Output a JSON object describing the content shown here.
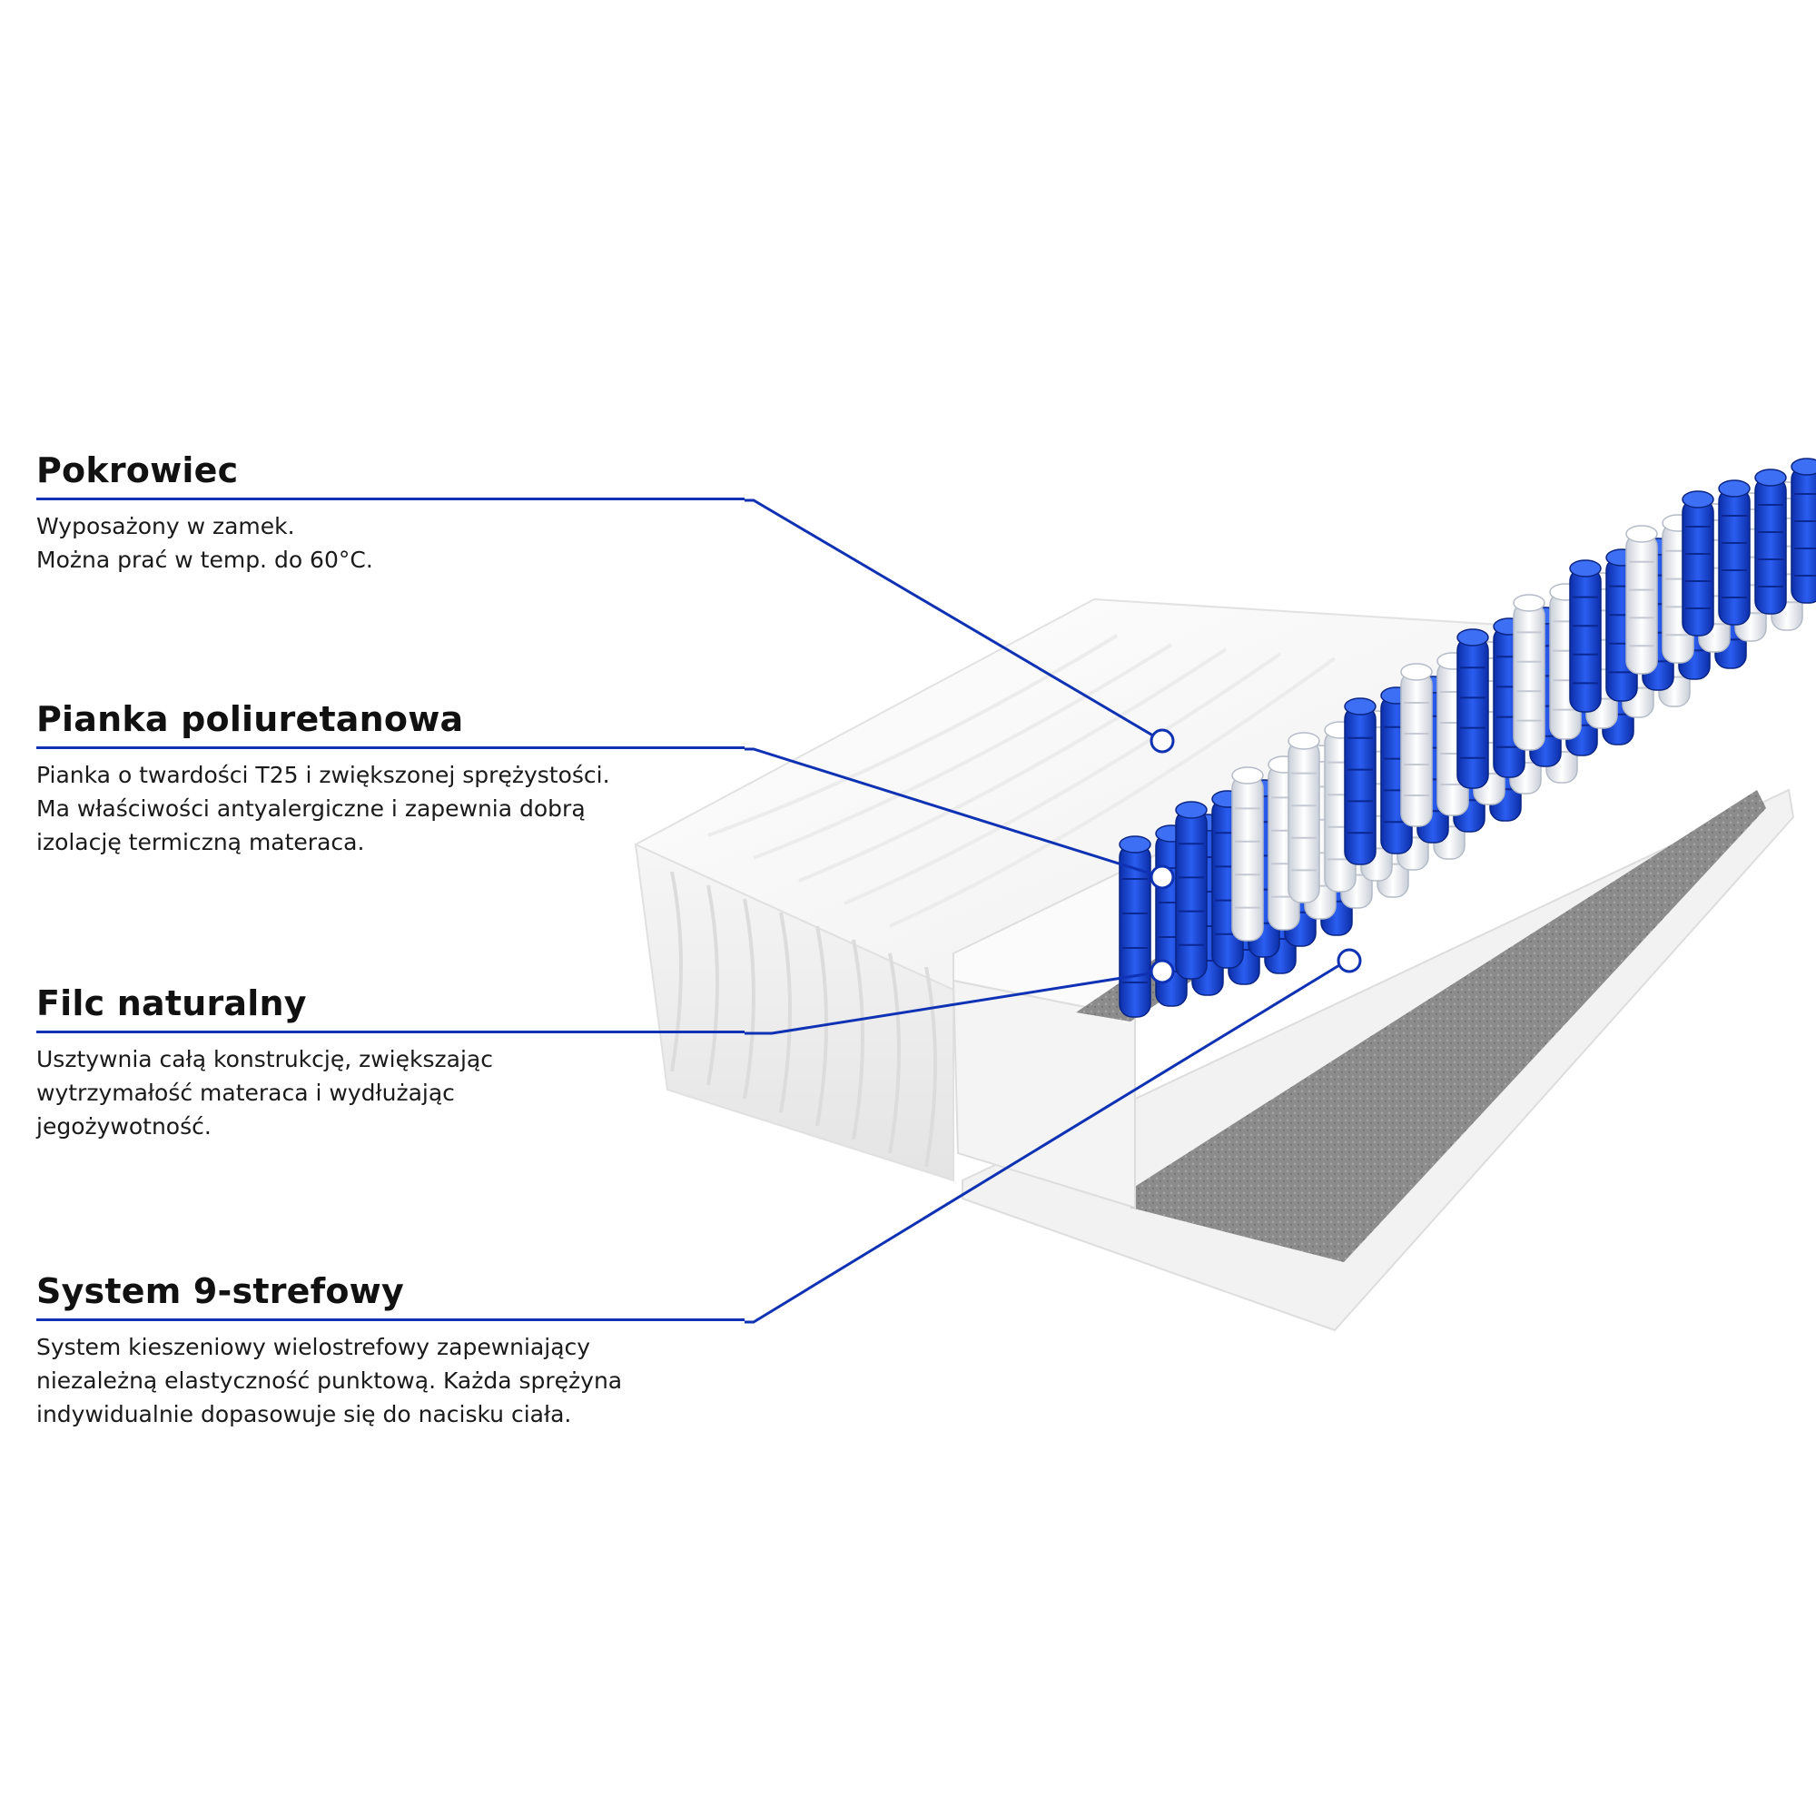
{
  "callouts": [
    {
      "title": "Pokrowiec",
      "lines": [
        "Wyposażony w zamek.",
        "Można prać w temp. do 60°C."
      ]
    },
    {
      "title": "Pianka poliuretanowa",
      "lines": [
        "Pianka o twardości T25 i zwiększonej sprężystości.",
        "Ma właściwości antyalergiczne i zapewnia dobrą",
        "izolację termiczną materaca."
      ]
    },
    {
      "title": "Filc naturalny",
      "lines": [
        "Usztywnia całą konstrukcję, zwiększając",
        "wytrzymałość materaca i wydłużając",
        "jegożywotność."
      ]
    },
    {
      "title": "System 9-strefowy",
      "lines": [
        "System kieszeniowy wielostrefowy zapewniający",
        "niezależną elastyczność punktową. Każda sprężyna",
        "indywidualnie dopasowuje się do nacisku ciała."
      ]
    }
  ],
  "colors": {
    "accent": "#0f32b4",
    "spring_blue": "#1f4fd6",
    "spring_white": "#f2f4f8",
    "felt": "#8a8a8a",
    "foam": "#f7f7f7"
  }
}
